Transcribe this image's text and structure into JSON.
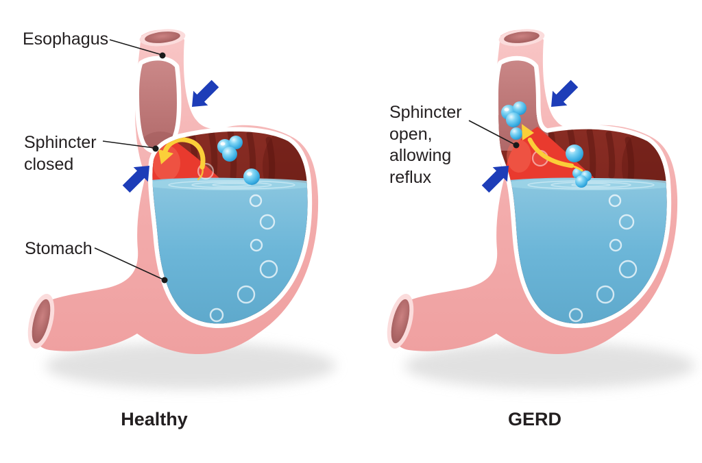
{
  "colors": {
    "background": "#ffffff",
    "label_text": "#231f20",
    "leader_line": "#1a1a1a",
    "body_pink": "#f3acac",
    "body_pink_light": "#fbdcdc",
    "opening_inner": "#a86060",
    "esophagus_interior": "#c58181",
    "stomach_interior_dark": "#7c241e",
    "acid_red": "#e93a2e",
    "liquid_blue": "#6cb6d8",
    "bubble_blue": "#45b6e9",
    "arrow_blue": "#1d3db8",
    "arrow_yellow": "#fbcf39",
    "shadow_gray": "#dadada"
  },
  "figures": {
    "healthy": {
      "caption": "Healthy",
      "labels": {
        "esophagus": "Esophagus",
        "sphincter": "Sphincter\nclosed",
        "stomach": "Stomach"
      }
    },
    "gerd": {
      "caption": "GERD",
      "labels": {
        "sphincter": "Sphincter\nopen,\nallowing\nreflux"
      }
    }
  },
  "icons": {
    "pressure_arrow": "thick blue arrow pressing toward sphincter",
    "loop_arrow": "yellow circular arrow (sphincter closed, no reflux)",
    "reflux_arrow": "yellow curved arrow (acid flowing up into esophagus)",
    "gas_bubble": "shiny blue sphere",
    "bubble_ring": "outlined bubble in liquid",
    "label_dot": "black leader-line endpoint dot"
  }
}
